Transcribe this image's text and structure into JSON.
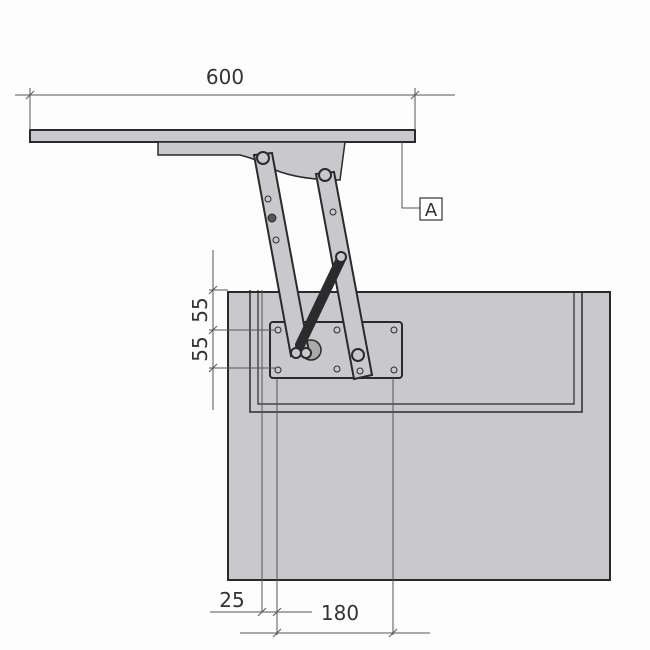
{
  "dimensions": {
    "width_top": "600",
    "spacing_upper": "55",
    "spacing_lower": "55",
    "offset_left": "25",
    "plate_width": "180"
  },
  "callout_label": "A",
  "colors": {
    "panel_fill": "#c9c9cc",
    "outline": "#2a2a2a",
    "spring": "#2b2b2b",
    "dim_line": "#555555"
  }
}
